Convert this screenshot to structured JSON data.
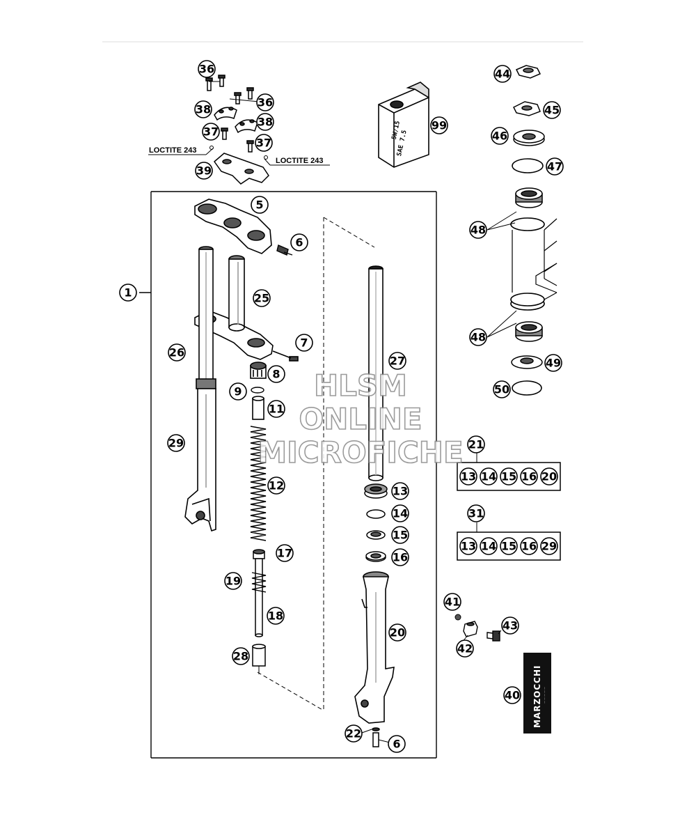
{
  "callouts": [
    {
      "id": "c36a",
      "label": "36"
    },
    {
      "id": "c36b",
      "label": "36"
    },
    {
      "id": "c38a",
      "label": "38"
    },
    {
      "id": "c38b",
      "label": "38"
    },
    {
      "id": "c37a",
      "label": "37"
    },
    {
      "id": "c37b",
      "label": "37"
    },
    {
      "id": "c39",
      "label": "39"
    },
    {
      "id": "c99",
      "label": "99"
    },
    {
      "id": "c44",
      "label": "44"
    },
    {
      "id": "c45",
      "label": "45"
    },
    {
      "id": "c46",
      "label": "46"
    },
    {
      "id": "c47",
      "label": "47"
    },
    {
      "id": "c48a",
      "label": "48"
    },
    {
      "id": "c48b",
      "label": "48"
    },
    {
      "id": "c49",
      "label": "49"
    },
    {
      "id": "c50",
      "label": "50"
    },
    {
      "id": "c1",
      "label": "1"
    },
    {
      "id": "c5",
      "label": "5"
    },
    {
      "id": "c6a",
      "label": "6"
    },
    {
      "id": "c25",
      "label": "25"
    },
    {
      "id": "c26",
      "label": "26"
    },
    {
      "id": "c7",
      "label": "7"
    },
    {
      "id": "c8",
      "label": "8"
    },
    {
      "id": "c9",
      "label": "9"
    },
    {
      "id": "c11",
      "label": "11"
    },
    {
      "id": "c12",
      "label": "12"
    },
    {
      "id": "c29",
      "label": "29"
    },
    {
      "id": "c27",
      "label": "27"
    },
    {
      "id": "c13",
      "label": "13"
    },
    {
      "id": "c14",
      "label": "14"
    },
    {
      "id": "c15",
      "label": "15"
    },
    {
      "id": "c16",
      "label": "16"
    },
    {
      "id": "c17",
      "label": "17"
    },
    {
      "id": "c19",
      "label": "19"
    },
    {
      "id": "c18",
      "label": "18"
    },
    {
      "id": "c20",
      "label": "20"
    },
    {
      "id": "c28",
      "label": "28"
    },
    {
      "id": "c22",
      "label": "22"
    },
    {
      "id": "c6b",
      "label": "6"
    },
    {
      "id": "c21",
      "label": "21"
    },
    {
      "id": "c31",
      "label": "31"
    },
    {
      "id": "c41",
      "label": "41"
    },
    {
      "id": "c42",
      "label": "42"
    },
    {
      "id": "c43",
      "label": "43"
    },
    {
      "id": "c40",
      "label": "40"
    }
  ],
  "kits": [
    {
      "id": "kit21",
      "items": [
        "13",
        "14",
        "15",
        "16",
        "20"
      ]
    },
    {
      "id": "kit31",
      "items": [
        "13",
        "14",
        "15",
        "16",
        "29"
      ]
    }
  ],
  "notes": {
    "loctite_left": "LOCTITE 243",
    "loctite_right": "LOCTITE 243"
  },
  "oil_can": {
    "line1": "5W/15",
    "line2": "SAE 7.5"
  },
  "brand_label": "MARZOCCHI",
  "watermark": {
    "line1": "HLSM",
    "line2": "ONLINE",
    "line3": "MICROFICHE"
  },
  "colors": {
    "line": "#000000",
    "part_fill": "#ffffff",
    "shade": "#9a9a9a",
    "watermark_stroke": "#8a8a8a"
  }
}
